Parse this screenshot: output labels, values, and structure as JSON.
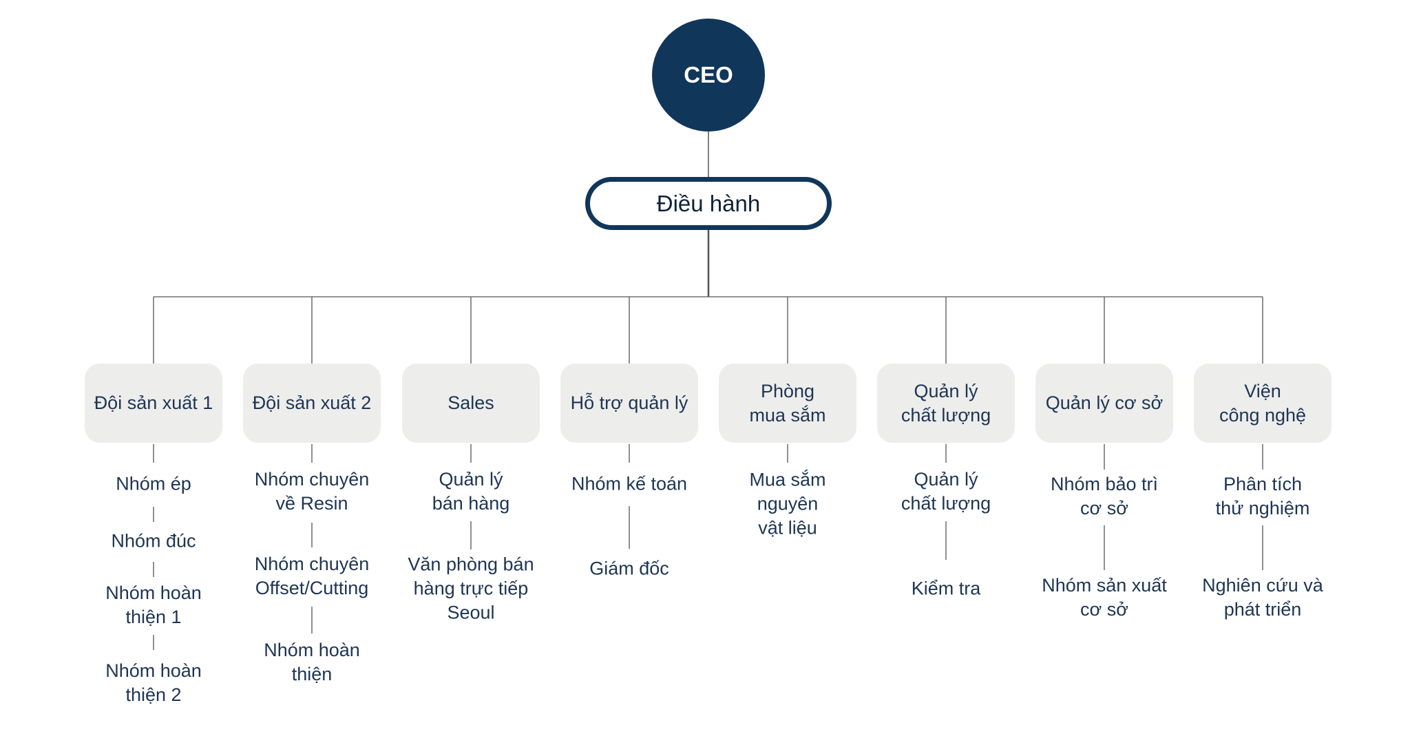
{
  "colors": {
    "primary": "#10365a",
    "box": "#ededec",
    "text": "#1e3552",
    "line": "#555555"
  },
  "ceo": {
    "label": "CEO"
  },
  "executive": {
    "label": "Điều hành"
  },
  "departments": [
    {
      "name": "Đội sản xuất 1",
      "subs": [
        "Nhóm ép",
        "Nhóm đúc",
        "Nhóm hoàn\nthiện 1",
        "Nhóm hoàn\nthiện 2"
      ]
    },
    {
      "name": "Đội sản xuất 2",
      "subs": [
        "Nhóm chuyên\nvề Resin",
        "Nhóm chuyên\nOffset/Cutting",
        "Nhóm hoàn\nthiện"
      ]
    },
    {
      "name": "Sales",
      "subs": [
        "Quản lý\nbán hàng",
        "Văn phòng bán\nhàng trực tiếp\nSeoul"
      ]
    },
    {
      "name": "Hỗ trợ quản lý",
      "subs": [
        "Nhóm kế toán",
        "Giám đốc"
      ]
    },
    {
      "name": "Phòng\nmua sắm",
      "subs": [
        "Mua sắm\nnguyên\nvật liệu"
      ]
    },
    {
      "name": "Quản lý\nchất lượng",
      "subs": [
        "Quản lý\nchất lượng",
        "Kiểm tra"
      ]
    },
    {
      "name": "Quản lý cơ sở",
      "subs": [
        "Nhóm bảo trì\ncơ sở",
        "Nhóm sản xuất\ncơ sở"
      ]
    },
    {
      "name": "Viện\ncông nghệ",
      "subs": [
        "Phân tích\nthử nghiệm",
        "Nghiên cứu và\nphát triển"
      ]
    }
  ]
}
